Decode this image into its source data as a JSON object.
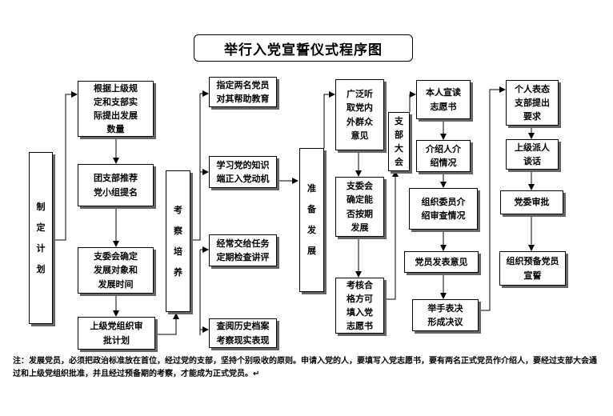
{
  "title": "举行入党宣誓仪式程序图",
  "col1": {
    "label": "制定计划"
  },
  "col2": {
    "b1": "根据上级规\n定和支部实\n际提出发展\n数量",
    "b2": "团支部推荐\n党小组提名",
    "b3": "支委会确定\n发展对象和\n发展时间",
    "b4": "上级党组织审\n批计划"
  },
  "col3": {
    "label": "考察培养"
  },
  "col4": {
    "b1": "指定两名党员\n对其帮助教育",
    "b2": "学习党的知识\n端正入党动机",
    "b3": "经常交给任务\n定期检查讲评",
    "b4": "查阅历史档案\n考察现实表现"
  },
  "col5": {
    "label": "准备发展"
  },
  "col6": {
    "b1": "广泛听\n取党内\n外群众\n意见",
    "b2": "支委会\n确定能\n否按期\n发展",
    "b3": "考核合\n格方可\n填入党\n志愿书"
  },
  "col7": {
    "label": "支部大会"
  },
  "col8": {
    "b1": "本人宣读\n志愿书",
    "b2": "介绍人介\n绍情况",
    "b3": "组织委员介\n绍审查情况",
    "b4": "党员发表意见",
    "b5": "举手表决\n形成决议"
  },
  "col9": {
    "b1": "个人表态\n支部提出\n要求",
    "b2": "上级派人\n谈话",
    "b3": "党委审批",
    "b4": "组织预备党员\n宣誓"
  },
  "note": "注：发展党员，必须把政治标准放在首位，经过党的支部，坚持个别吸收的原则。申请入党的人，要填写入党志愿书，要有两名正式党员作介绍人，要经过支部大会通过和上级党组织批准，并且经过预备期的考察，才能成为正式党员。↵"
}
